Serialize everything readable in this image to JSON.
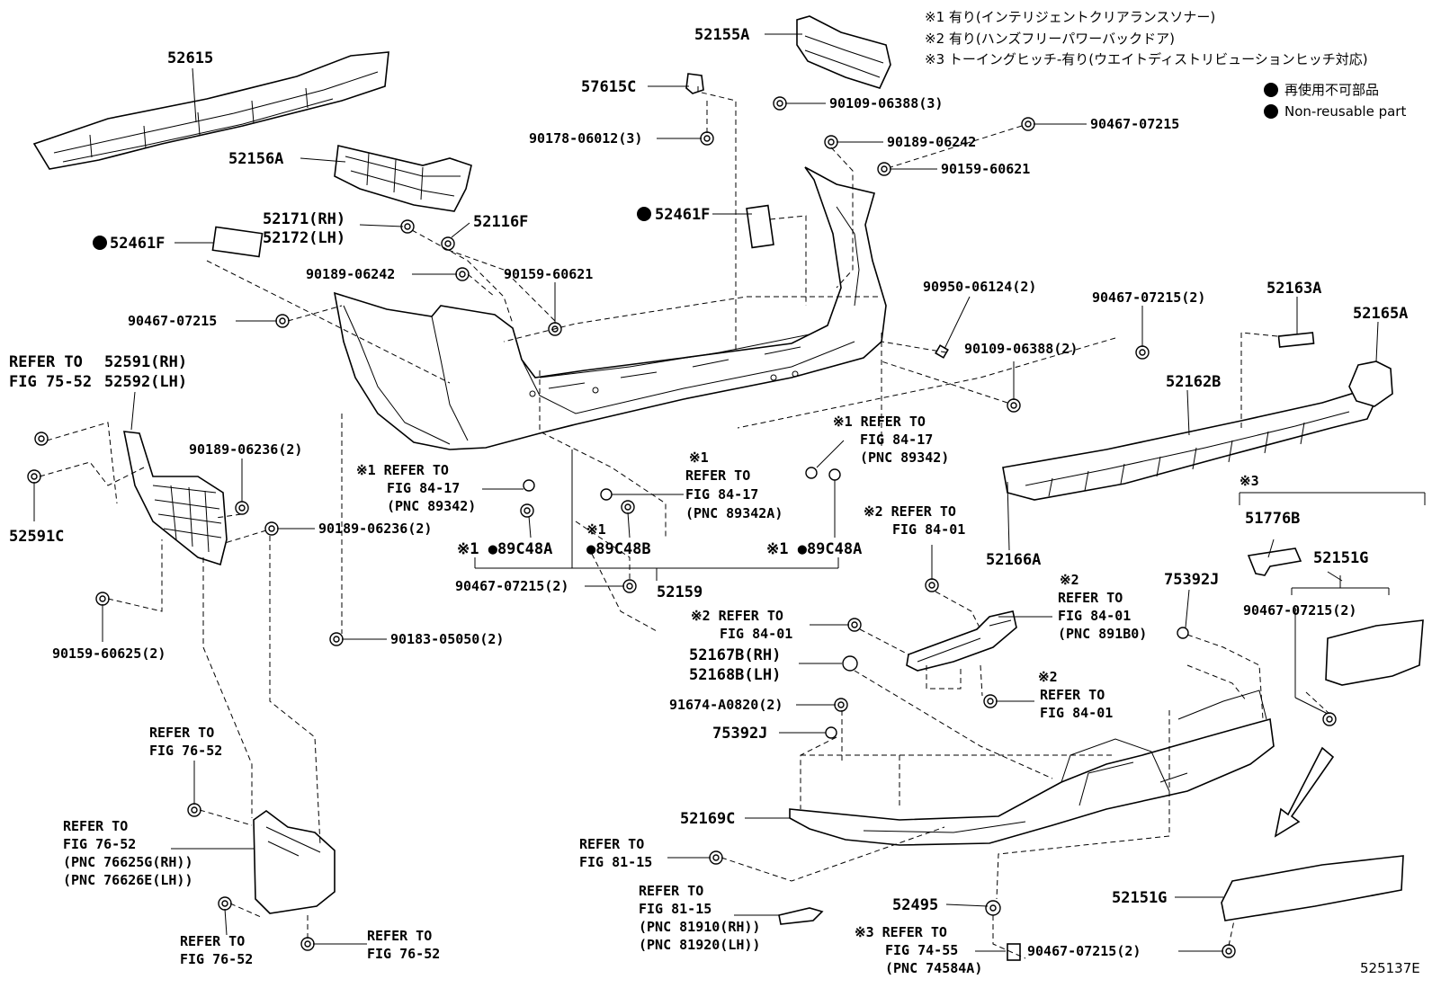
{
  "notes": {
    "n1": "※1 有り(インテリジェントクリアランスソナー)",
    "n2": "※2 有り(ハンズフリーパワーバックドア)",
    "n3": "※3 トーイングヒッチ-有り(ウエイトディストリビューションヒッチ対応)"
  },
  "legend": {
    "jp": "再使用不可部品",
    "en": "Non-reusable part"
  },
  "figure_id": "525137E",
  "labels": {
    "p52615": "52615",
    "p52156A": "52156A",
    "p52155A": "52155A",
    "p57615C": "57615C",
    "p90109_06388_3": "90109-06388(3)",
    "p90178_06012_3": "90178-06012(3)",
    "p90189_06242_top": "90189-06242",
    "p90467_07215_top": "90467-07215",
    "p90159_60621_top": "90159-60621",
    "p52461F_center": "52461F",
    "p52461F_left": "52461F",
    "p52171": "52171(RH)",
    "p52172": "52172(LH)",
    "p52116F": "52116F",
    "p90189_06242_mid": "90189-06242",
    "p90159_60621_mid": "90159-60621",
    "p90467_07215_left": "90467-07215",
    "p90950_06124_2": "90950-06124(2)",
    "p90467_07215_2_right": "90467-07215(2)",
    "p52163A": "52163A",
    "p52165A": "52165A",
    "p90109_06388_2": "90109-06388(2)",
    "p52162B": "52162B",
    "ref_75_52_a": "REFER TO",
    "ref_75_52_b": "FIG 75-52",
    "p52591RH": "52591(RH)",
    "p52592LH": "52592(LH)",
    "p90189_06236_2_a": "90189-06236(2)",
    "p52591C": "52591C",
    "p90189_06236_2_b": "90189-06236(2)",
    "p90159_60625_2": "90159-60625(2)",
    "ref_8417_a1": "※1 REFER TO",
    "ref_8417_a2": "FIG 84-17",
    "ref_8417_a3": "(PNC 89342)",
    "ref_8417_b1": "※1",
    "ref_8417_b2": "REFER TO",
    "ref_8417_b3": "FIG 84-17",
    "ref_8417_b4": "(PNC 89342A)",
    "ref_8417_c1": "※1 REFER TO",
    "ref_8417_c2": "FIG 84-17",
    "ref_8417_c3": "(PNC 89342)",
    "p89C48A_left": "※1 ●89C48A",
    "p89C48B_a": "※1",
    "p89C48B_b": "●89C48B",
    "p89C48A_right": "※1 ●89C48A",
    "p90467_07215_2_mid": "90467-07215(2)",
    "p52159": "52159",
    "p90183_05050_2": "90183-05050(2)",
    "ref_8401_a1": "※2 REFER TO",
    "ref_8401_a2": "FIG 84-01",
    "p52166A": "52166A",
    "p52151G_top": "52151G",
    "p51776B": "51776B",
    "star3": "※3",
    "p90467_07215_2_far": "90467-07215(2)",
    "p75392J_top": "75392J",
    "ref_8401_b1": "※2",
    "ref_8401_b2": "REFER TO",
    "ref_8401_b3": "FIG 84-01",
    "ref_8401_b4": "(PNC 891B0)",
    "ref_8401_c1": "※2 REFER TO",
    "ref_8401_c2": "FIG 84-01",
    "p52167B": "52167B(RH)",
    "p52168B": "52168B(LH)",
    "ref_8401_d1": "※2",
    "ref_8401_d2": "REFER TO",
    "ref_8401_d3": "FIG 84-01",
    "p91674_A0820_2": "91674-A0820(2)",
    "p75392J_bottom": "75392J",
    "ref_7652_a1": "REFER TO",
    "ref_7652_a2": "FIG 76-52",
    "ref_7652_b1": "REFER TO",
    "ref_7652_b2": "FIG 76-52",
    "ref_7652_b3": "(PNC 76625G(RH))",
    "ref_7652_b4": "(PNC 76626E(LH))",
    "ref_7652_c1": "REFER TO",
    "ref_7652_c2": "FIG 76-52",
    "ref_7652_d1": "REFER TO",
    "ref_7652_d2": "FIG 76-52",
    "p52169C": "52169C",
    "ref_8115_a1": "REFER TO",
    "ref_8115_a2": "FIG 81-15",
    "ref_8115_b1": "REFER TO",
    "ref_8115_b2": "FIG 81-15",
    "ref_8115_b3": "(PNC 81910(RH))",
    "ref_8115_b4": "(PNC 81920(LH))",
    "p52495": "52495",
    "ref_7455_1": "※3 REFER TO",
    "ref_7455_2": "FIG 74-55",
    "ref_7455_3": "(PNC 74584A)",
    "p52151G_bottom": "52151G",
    "p90467_07215_2_bottom": "90467-07215(2)"
  }
}
